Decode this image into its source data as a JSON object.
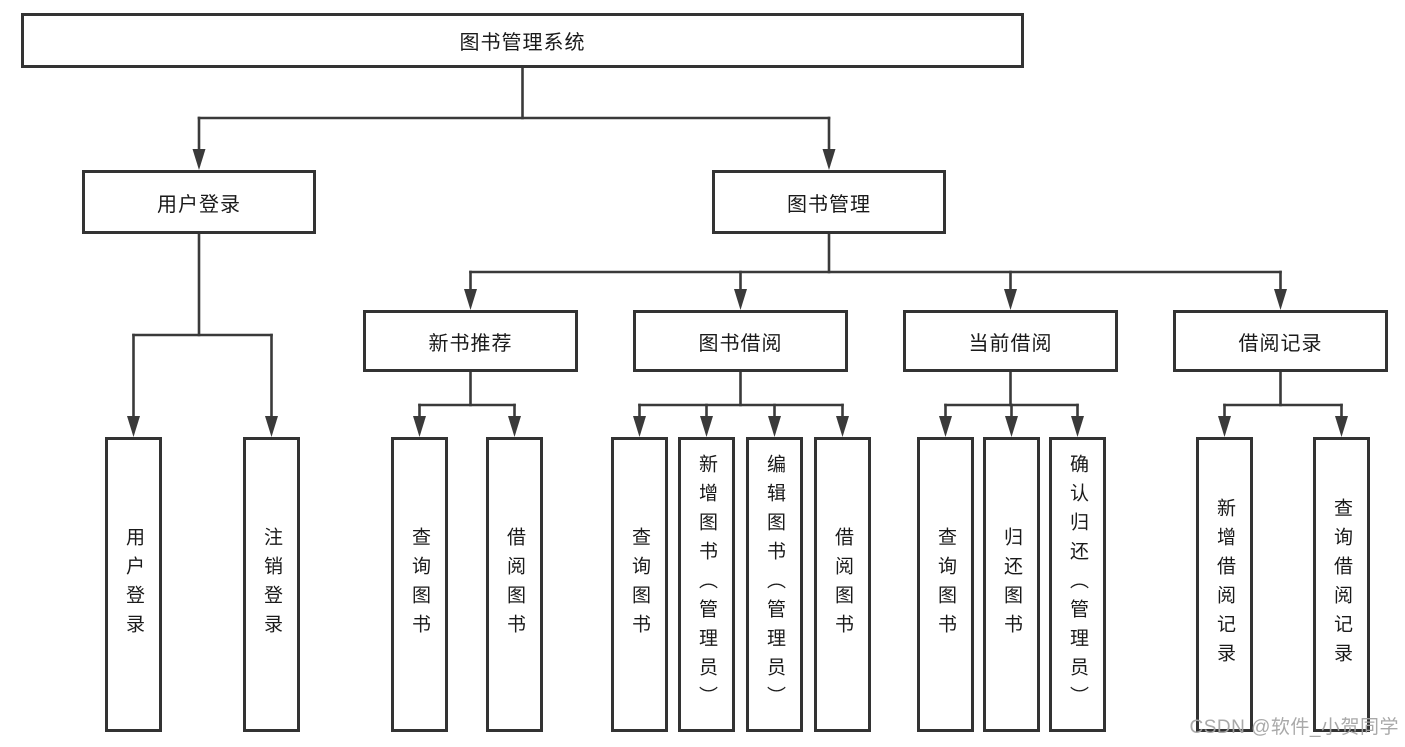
{
  "diagram": {
    "title": "图书管理系统",
    "level2": [
      {
        "id": "user-login",
        "label": "用户登录"
      },
      {
        "id": "book-management",
        "label": "图书管理"
      }
    ],
    "level3": [
      {
        "id": "new-book-recommend",
        "label": "新书推荐"
      },
      {
        "id": "book-borrowing",
        "label": "图书借阅"
      },
      {
        "id": "current-borrowing",
        "label": "当前借阅"
      },
      {
        "id": "borrowing-records",
        "label": "借阅记录"
      }
    ],
    "leaves": [
      {
        "id": "user-login-leaf",
        "label": "用户登录",
        "parent": "用户登录"
      },
      {
        "id": "logout",
        "label": "注销登录",
        "parent": "用户登录"
      },
      {
        "id": "query-books-1",
        "label": "查询图书",
        "parent": "新书推荐"
      },
      {
        "id": "borrow-books-1",
        "label": "借阅图书",
        "parent": "新书推荐"
      },
      {
        "id": "query-books-2",
        "label": "查询图书",
        "parent": "图书借阅"
      },
      {
        "id": "add-books-admin",
        "label": "新增图书（管理员）",
        "parent": "图书借阅"
      },
      {
        "id": "edit-books-admin",
        "label": "编辑图书（管理员）",
        "parent": "图书借阅"
      },
      {
        "id": "borrow-books-2",
        "label": "借阅图书",
        "parent": "图书借阅"
      },
      {
        "id": "query-books-3",
        "label": "查询图书",
        "parent": "当前借阅"
      },
      {
        "id": "return-books",
        "label": "归还图书",
        "parent": "当前借阅"
      },
      {
        "id": "confirm-return-admin",
        "label": "确认归还（管理员）",
        "parent": "当前借阅"
      },
      {
        "id": "add-borrow-record",
        "label": "新增借阅记录",
        "parent": "借阅记录"
      },
      {
        "id": "query-borrow-record",
        "label": "查询借阅记录",
        "parent": "借阅记录"
      }
    ]
  },
  "watermark": {
    "text": "CSDN @软件_小贺同学"
  },
  "colors": {
    "line": "#3a3a3a",
    "box_border": "#333333",
    "box_background": "#ffffff",
    "text": "#1a1a1a",
    "watermark": "#a4a4a4"
  }
}
